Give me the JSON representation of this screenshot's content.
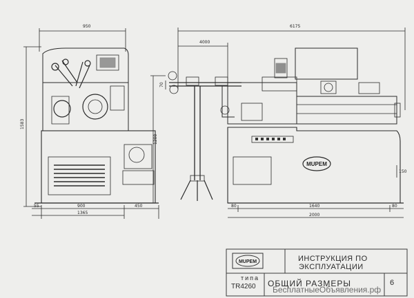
{
  "dimensions": {
    "width_950": "950",
    "width_6175": "6175",
    "width_4000": "4000",
    "height_1583": "1583",
    "height_1200": "1200",
    "height_70": "70",
    "height_150": "150",
    "left_55": "55",
    "base_900": "900",
    "base_450": "450",
    "base_1365": "1365",
    "right_80a": "80",
    "right_1640": "1640",
    "right_80b": "80",
    "right_2000": "2000"
  },
  "machine_logo_text": "MUPEM",
  "title_block": {
    "logo_text": "MUPEM",
    "title_line1": "ИНСТРУКЦИЯ ПО",
    "title_line2": "ЭКСПЛУАТАЦИИ",
    "type_label": "типа",
    "model": "TR4260",
    "sheet_title": "ОБЩИЙ РАЗМЕРЫ",
    "page_number": "6"
  },
  "watermark": "БесплатныеОбъявления.рф"
}
